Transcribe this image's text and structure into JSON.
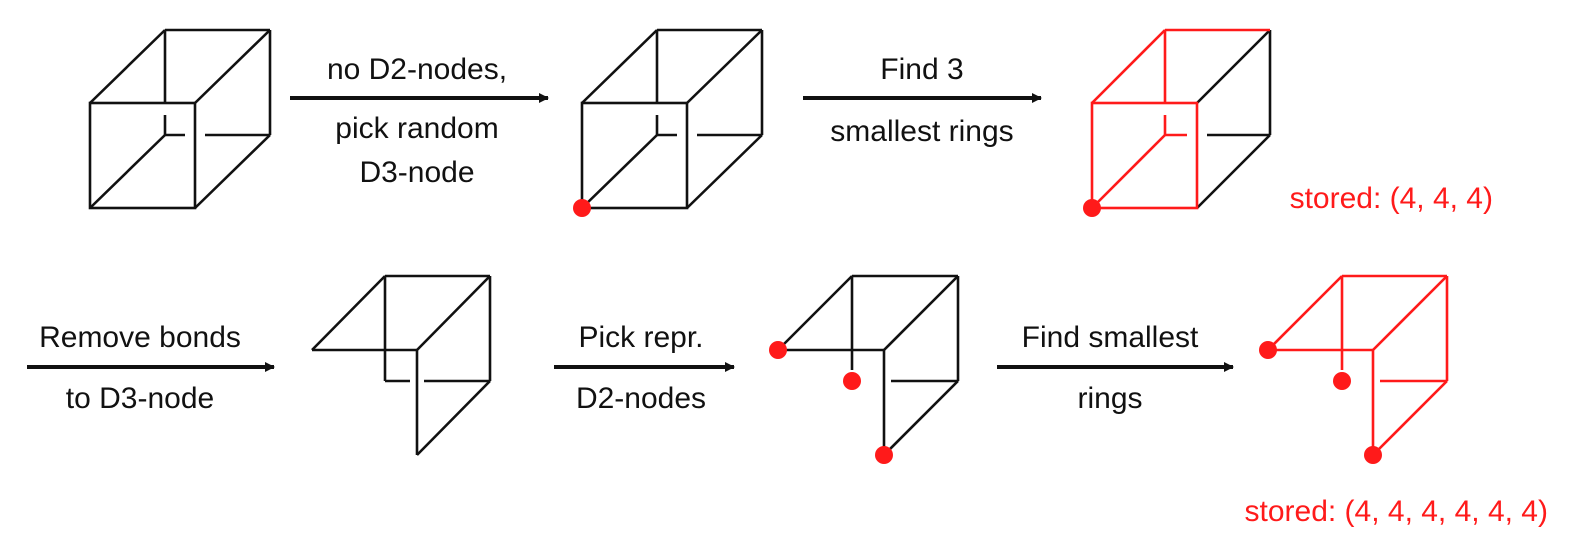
{
  "colors": {
    "line": "#111111",
    "highlight": "#ff1a1a"
  },
  "row1": {
    "step1": {
      "line1": "no D2-nodes,",
      "line2": "pick random",
      "line3": "D3-node"
    },
    "step2": {
      "line1": "Find 3",
      "line2": "smallest rings"
    },
    "stored": "stored: (4, 4, 4)"
  },
  "row2": {
    "step1": {
      "line1": "Remove bonds",
      "line2": "to D3-node"
    },
    "step2": {
      "line1": "Pick repr.",
      "line2": "D2-nodes"
    },
    "step3": {
      "line1": "Find smallest",
      "line2": "rings"
    },
    "stored": "stored: (4, 4, 4, 4, 4, 4)"
  }
}
